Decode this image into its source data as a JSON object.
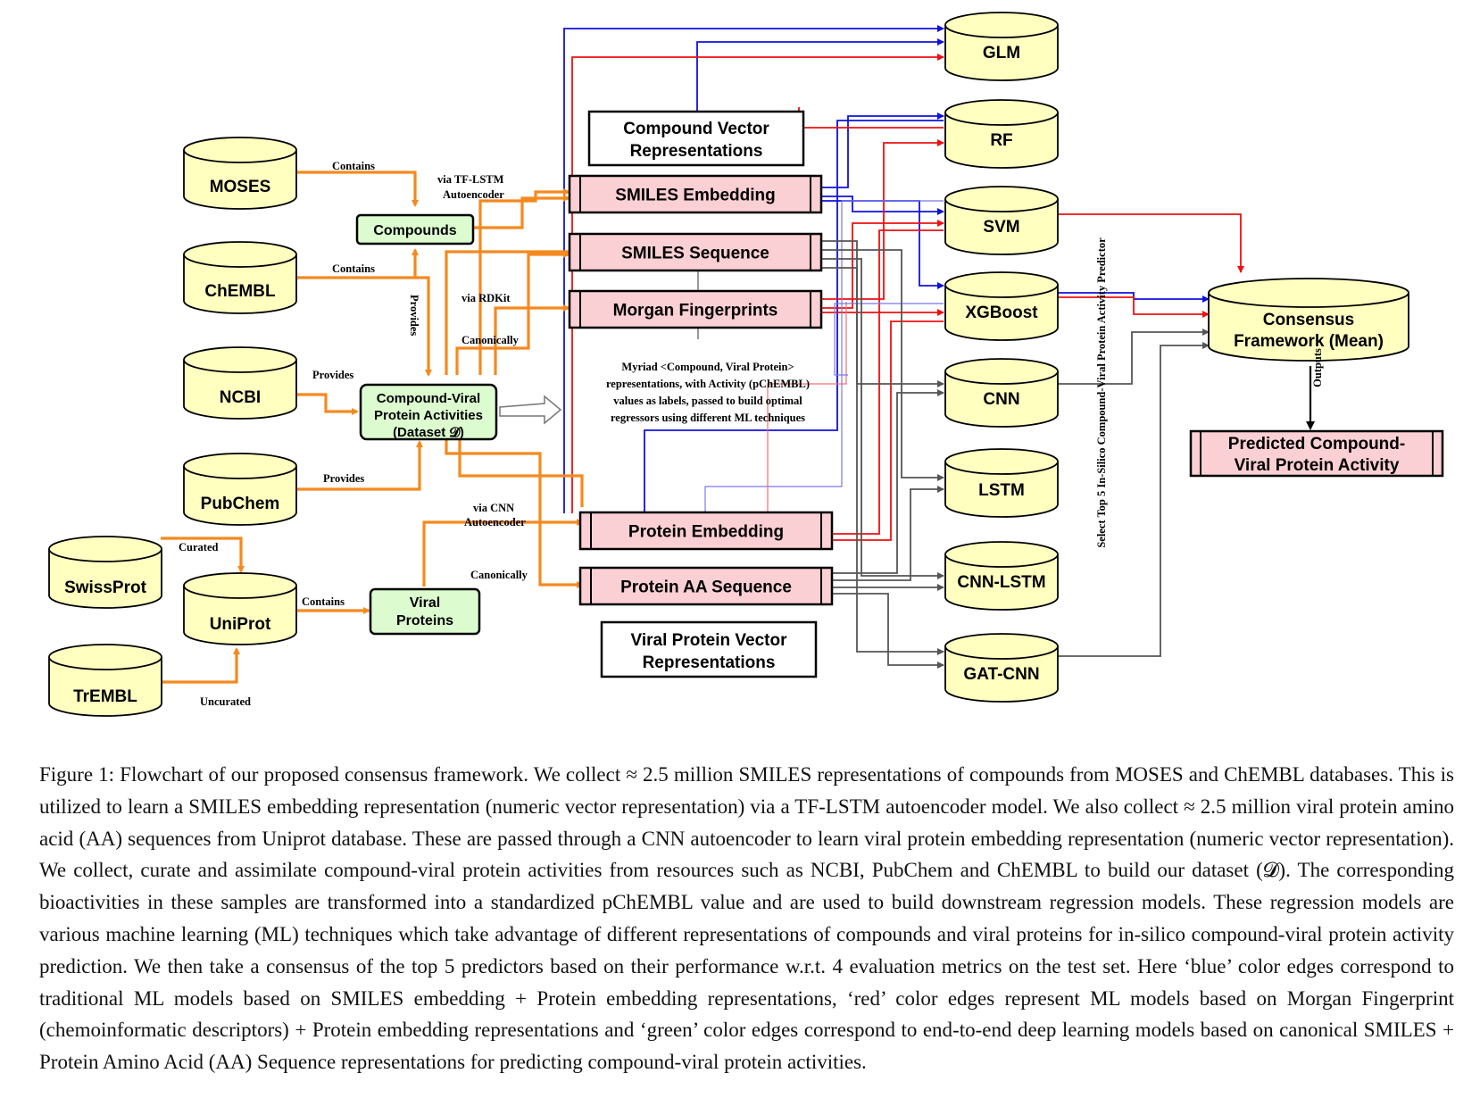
{
  "colors": {
    "db_fill": "#ffffc0",
    "green_fill": "#dcfcd0",
    "pink_fill": "#fbd0d4",
    "orange": "#f5891e",
    "blue": "#1010e0",
    "red": "#ee1010",
    "gray": "#555555",
    "light_blue": "#7878ee",
    "light_red": "#ee7070"
  },
  "sources": {
    "moses": "MOSES",
    "chembl": "ChEMBL",
    "ncbi": "NCBI",
    "pubchem": "PubChem",
    "swissprot": "SwissProt",
    "uniprot": "UniProt",
    "trembl": "TrEMBL"
  },
  "intermediate": {
    "compounds": "Compounds",
    "activities_line1": "Compound-Viral",
    "activities_line2": "Protein Activities",
    "activities_line3": "(Dataset 𝓓)",
    "viral_line1": "Viral",
    "viral_line2": "Proteins"
  },
  "representations": {
    "compound_title_line1": "Compound Vector",
    "compound_title_line2": "Representations",
    "smiles_embedding": "SMILES Embedding",
    "smiles_sequence": "SMILES Sequence",
    "morgan": "Morgan Fingerprints",
    "protein_embedding": "Protein Embedding",
    "protein_aa": "Protein AA Sequence",
    "viral_title_line1": "Viral Protein Vector",
    "viral_title_line2": "Representations"
  },
  "models": {
    "glm": "GLM",
    "rf": "RF",
    "svm": "SVM",
    "xgboost": "XGBoost",
    "cnn": "CNN",
    "lstm": "LSTM",
    "cnn_lstm": "CNN-LSTM",
    "gat_cnn": "GAT-CNN"
  },
  "consensus": {
    "line1": "Consensus",
    "line2": "Framework (Mean)"
  },
  "output": {
    "line1": "Predicted Compound-",
    "line2": "Viral Protein Activity"
  },
  "edge_labels": {
    "contains_moses": "Contains",
    "contains_chembl": "Contains",
    "provides_chembl": "Provides",
    "provides_ncbi": "Provides",
    "provides_pubchem": "Provides",
    "curated": "Curated",
    "uncurated": "Uncurated",
    "contains_uniprot": "Contains",
    "tf_lstm_line1": "via  TF-LSTM",
    "tf_lstm_line2": "Autoencoder",
    "rdkit": "via RDKit",
    "canonically_top": "Canonically",
    "cnn_ae_line1": "via  CNN",
    "cnn_ae_line2": "Autoencoder",
    "canonically_bottom": "Canonically",
    "outputs": "Outputs",
    "select_top5": "Select Top 5 In-Silico Compound-Viral Protein Activity Predictor"
  },
  "annotation": {
    "line1": "Myriad <Compound, Viral Protein>",
    "line2": "representations, with Activity (pChEMBL)",
    "line3": "values as labels, passed to build optimal",
    "line4": "regressors using different ML techniques"
  },
  "caption": "Figure 1: Flowchart of our proposed consensus framework. We collect ≈ 2.5 million SMILES representations of compounds from MOSES and ChEMBL databases. This is utilized to learn a SMILES embedding representation (numeric vector representation) via a TF-LSTM autoencoder model. We also collect ≈ 2.5 million viral protein amino acid (AA) sequences from Uniprot database. These are passed through a CNN autoencoder to learn viral protein embedding representation (numeric vector representation). We collect, curate and assimilate compound-viral protein activities from resources such as NCBI, PubChem and ChEMBL to build our dataset (𝓓). The corresponding bioactivities in these samples are transformed into a standardized pChEMBL value and are used to build downstream regression models. These regression models are various machine learning (ML) techniques which take advantage of different representations of compounds and viral proteins for in-silico compound-viral protein activity prediction. We then take a consensus of the top 5 predictors based on their performance w.r.t. 4 evaluation metrics on the test set. Here ‘blue’ color edges correspond to traditional ML models based on SMILES embedding + Protein embedding representations, ‘red’ color edges represent ML models based on Morgan Fingerprint (chemoinformatic descriptors) + Protein embedding representations and ‘green’ color edges correspond to end-to-end deep learning models based on canonical SMILES + Protein Amino Acid (AA) Sequence representations for predicting compound-viral protein activities."
}
